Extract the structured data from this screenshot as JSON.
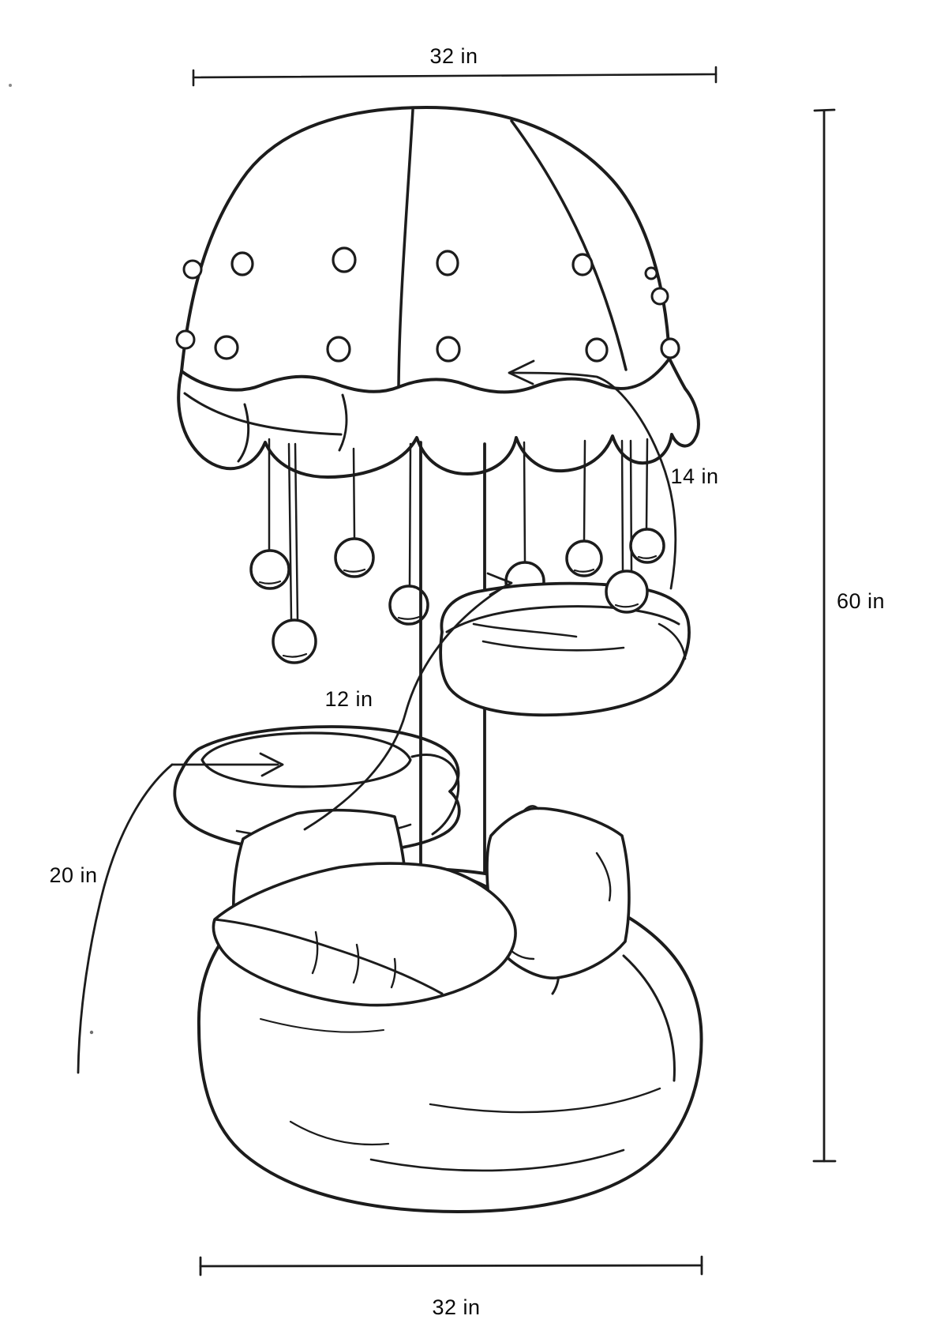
{
  "figure": {
    "title": "cat tree dimension diagram",
    "background_color": "#ffffff",
    "line_color": "#1c1c1c",
    "label_color": "#0a0a0a",
    "annotations": {
      "top_width": "32 in",
      "overall_height": "60 in",
      "frill_to_top_perch": "14 in",
      "top_perch": "12 in",
      "lower_perch": "20 in",
      "base_width": "32 in"
    }
  }
}
